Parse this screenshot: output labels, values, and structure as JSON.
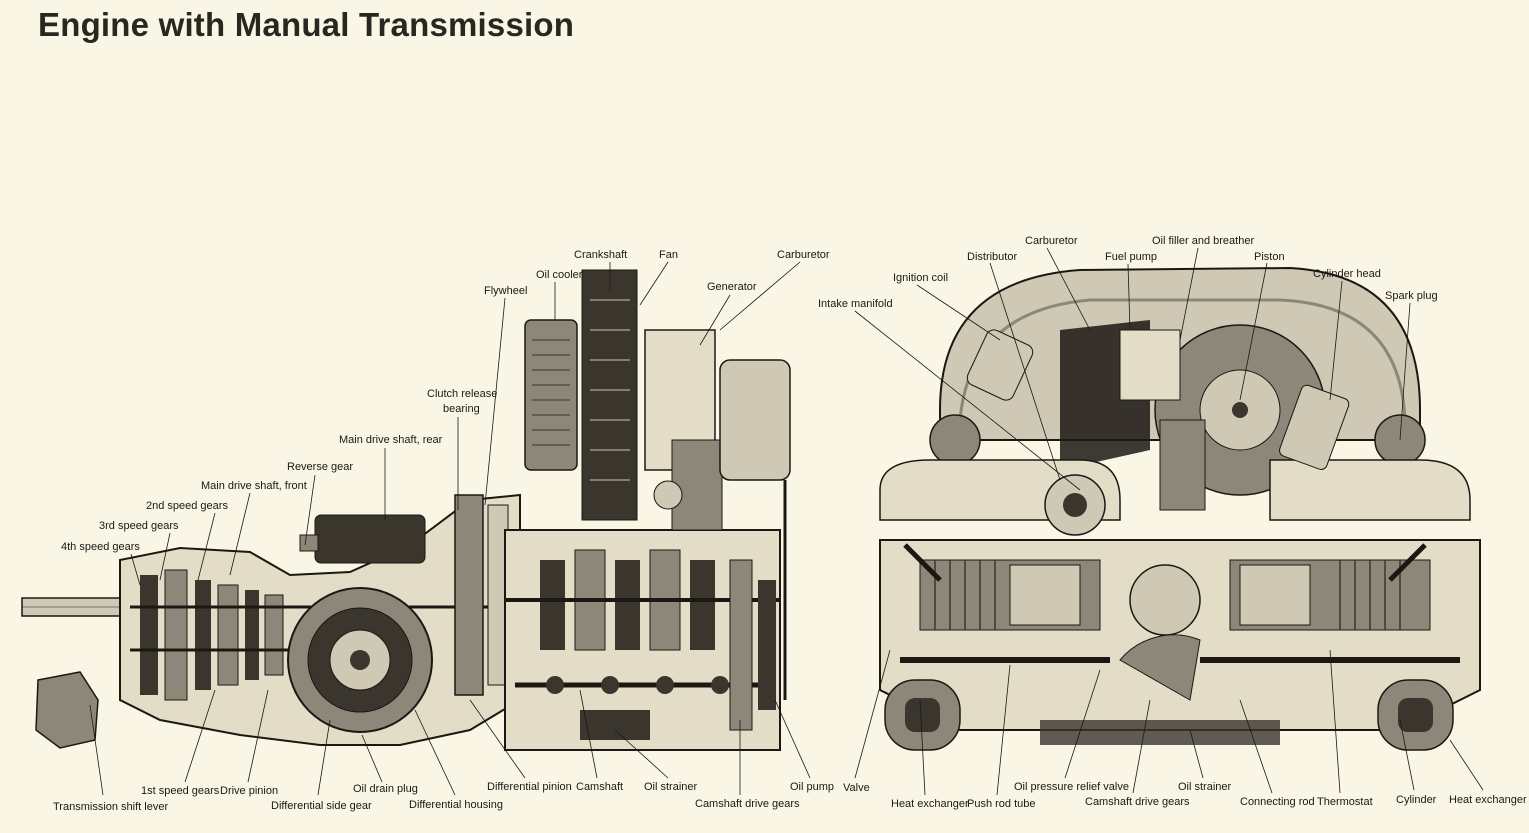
{
  "title": "Engine with Manual Transmission",
  "transmission_labels": {
    "crankshaft": "Crankshaft",
    "fan": "Fan",
    "carburetor": "Carburetor",
    "oil_cooler": "Oil cooler",
    "generator": "Generator",
    "flywheel": "Flywheel",
    "clutch_release_bearing_1": "Clutch release",
    "clutch_release_bearing_2": "bearing",
    "main_drive_shaft_rear": "Main drive shaft, rear",
    "reverse_gear": "Reverse gear",
    "main_drive_shaft_front": "Main drive shaft, front",
    "second_speed_gears": "2nd speed gears",
    "third_speed_gears": "3rd speed gears",
    "fourth_speed_gears": "4th speed gears",
    "transmission_shift_lever": "Transmission shift lever",
    "first_speed_gears": "1st speed gears",
    "drive_pinion": "Drive pinion",
    "differential_side_gear": "Differential side gear",
    "oil_drain_plug": "Oil drain plug",
    "differential_housing": "Differential housing",
    "differential_pinion": "Differential pinion",
    "camshaft": "Camshaft",
    "oil_strainer": "Oil strainer",
    "camshaft_drive_gears": "Camshaft drive gears",
    "oil_pump": "Oil pump"
  },
  "engine_labels": {
    "carburetor": "Carburetor",
    "oil_filler_and_breather": "Oil filler and breather",
    "distributor": "Distributor",
    "fuel_pump": "Fuel pump",
    "piston": "Piston",
    "ignition_coil": "Ignition coil",
    "cylinder_head": "Cylinder head",
    "intake_manifold": "Intake manifold",
    "spark_plug": "Spark plug",
    "valve": "Valve",
    "heat_exchanger_left": "Heat exchanger",
    "push_rod_tube": "Push rod tube",
    "oil_pressure_relief_valve": "Oil pressure relief valve",
    "camshaft_drive_gears": "Camshaft drive gears",
    "oil_strainer": "Oil strainer",
    "connecting_rod": "Connecting rod",
    "thermostat": "Thermostat",
    "cylinder": "Cylinder",
    "heat_exchanger_right": "Heat exchanger"
  },
  "colors": {
    "paper": "#faf6e6",
    "ink": "#1b1813",
    "shade_dark": "#3a352d",
    "shade_mid": "#8d877a",
    "shade_light": "#cfc8b5"
  }
}
